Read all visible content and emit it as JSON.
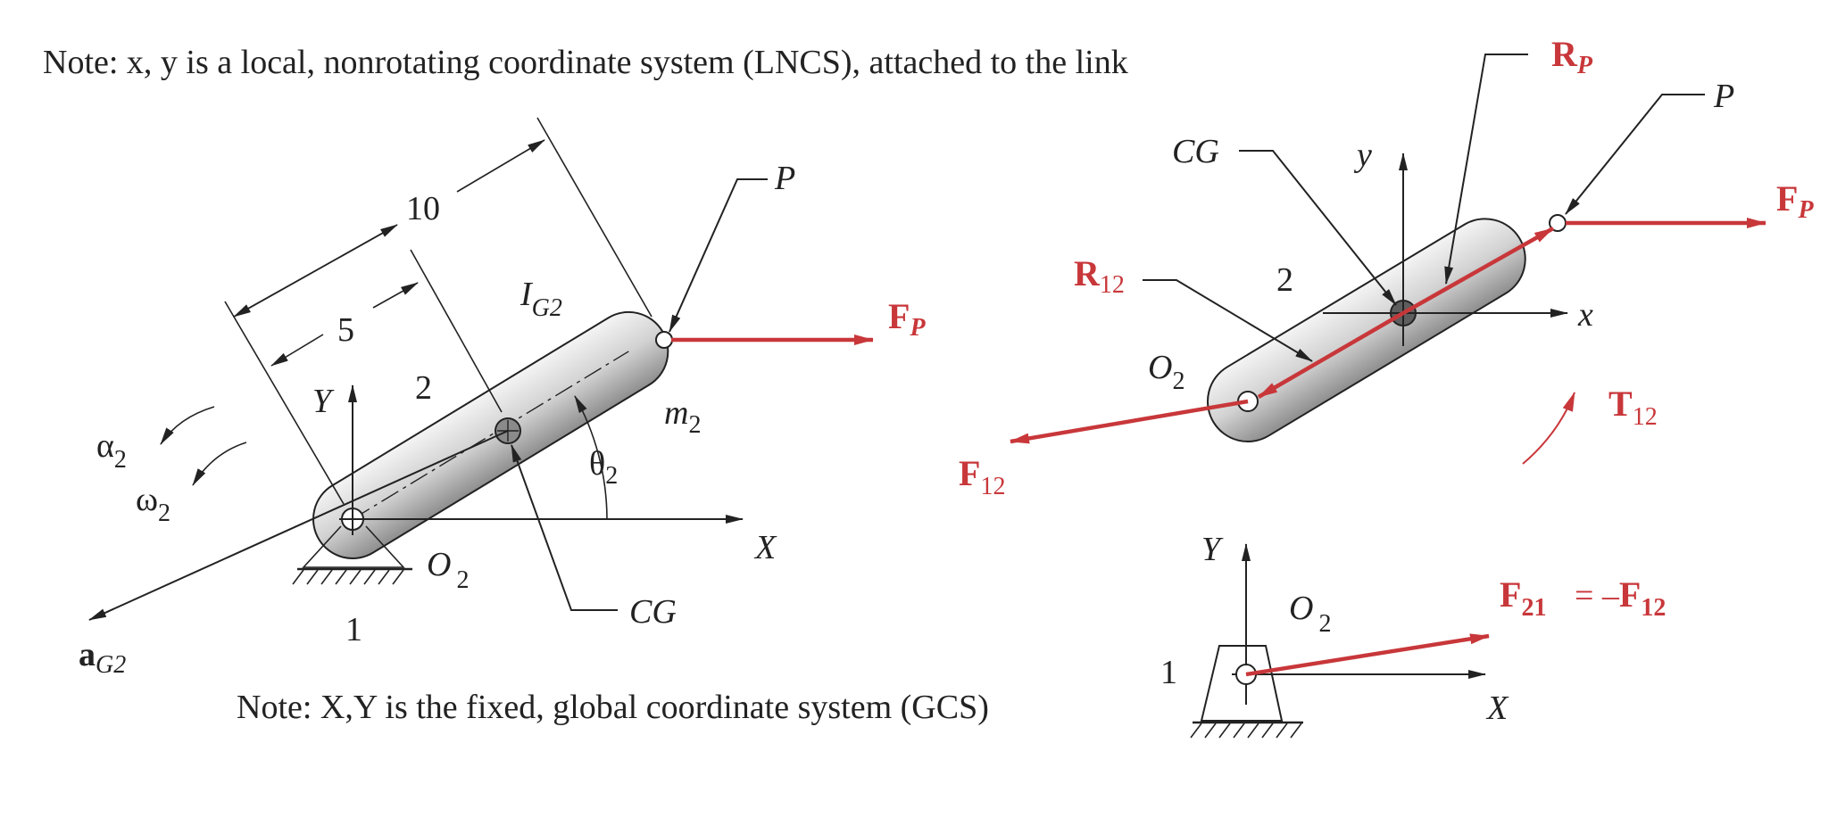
{
  "notes": {
    "top": "Note:  x, y is a local, nonrotating coordinate system (LNCS), attached to the link",
    "bottom": "Note:  X,Y is the fixed, global coordinate system (GCS)"
  },
  "left_figure": {
    "dim_10": "10",
    "dim_5": "5",
    "p": "P",
    "i_main": "I",
    "i_sub": "G2",
    "fp_main": "F",
    "fp_sub": "P",
    "link_num": "2",
    "m_main": "m",
    "m_sub": "2",
    "theta_main": "θ",
    "theta_sub": "2",
    "y_axis": "Y",
    "x_axis": "X",
    "alpha_main": "α",
    "alpha_sub": "2",
    "omega_main": "ω",
    "omega_sub": "2",
    "o_main": "O",
    "o_sub": "2",
    "ground_num": "1",
    "cg": "CG",
    "a_main": "a",
    "a_sub": "G2"
  },
  "right_figure": {
    "rp_main": "R",
    "rp_sub": "P",
    "p": "P",
    "cg": "CG",
    "y_axis": "y",
    "fp_main": "F",
    "fp_sub": "P",
    "r12_main": "R",
    "r12_sub": "12",
    "link_num": "2",
    "x_axis": "x",
    "o_main": "O",
    "o_sub": "2",
    "t12_main": "T",
    "t12_sub": "12",
    "f12_main": "F",
    "f12_sub": "12"
  },
  "ground_figure": {
    "y_axis": "Y",
    "o_main": "O",
    "o_sub": "2",
    "f21_main": "F",
    "f21_sub": "21",
    "equals": "= –",
    "f12_main": "F",
    "f12_sub": "12",
    "ground_num": "1",
    "x_axis": "X"
  },
  "colors": {
    "accent_red": "#c8373a",
    "ink": "#222222"
  }
}
